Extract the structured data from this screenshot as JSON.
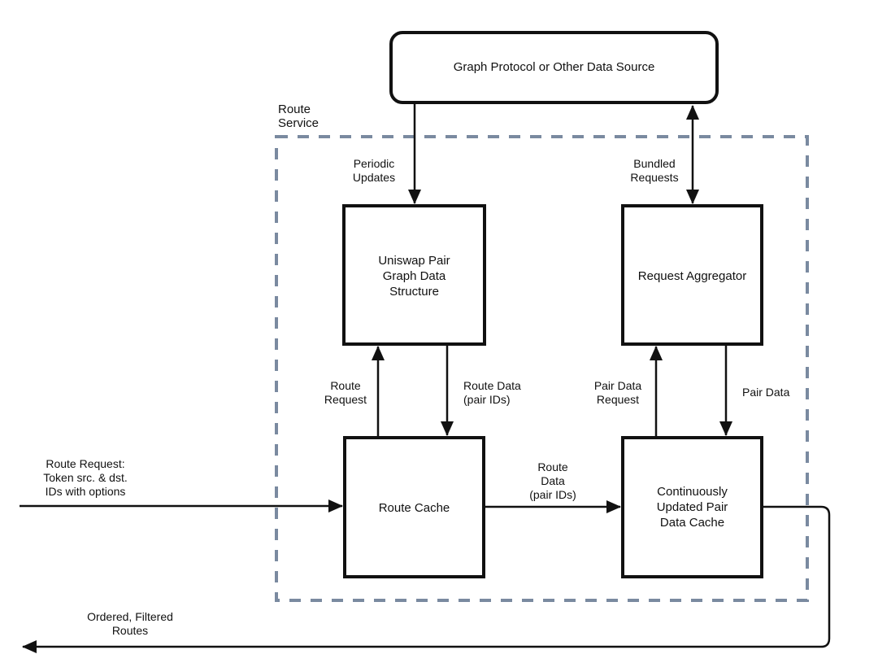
{
  "diagram": {
    "title": "Route Service Architecture",
    "colors": {
      "stroke": "#111111",
      "boundary": "#7a8aa0",
      "background": "#ffffff"
    },
    "boundary": {
      "label": "Route\nService"
    },
    "nodes": {
      "data_source": {
        "label": "Graph Protocol or Other Data Source"
      },
      "pair_graph": {
        "label": "Uniswap Pair\nGraph Data\nStructure"
      },
      "request_aggregator": {
        "label": "Request Aggregator"
      },
      "route_cache": {
        "label": "Route Cache"
      },
      "pair_data_cache": {
        "label": "Continuously\nUpdated Pair\nData Cache"
      }
    },
    "edges": {
      "periodic_updates": {
        "label": "Periodic\nUpdates",
        "from": "data_source",
        "to": "pair_graph"
      },
      "bundled_requests": {
        "label": "Bundled\nRequests",
        "from": "request_aggregator",
        "to": "data_source",
        "bidirectional": true
      },
      "route_request_internal": {
        "label": "Route\nRequest",
        "from": "route_cache",
        "to": "pair_graph"
      },
      "route_data_internal": {
        "label": "Route Data\n(pair IDs)",
        "from": "pair_graph",
        "to": "route_cache"
      },
      "pair_data_request": {
        "label": "Pair Data\nRequest",
        "from": "pair_data_cache",
        "to": "request_aggregator"
      },
      "pair_data": {
        "label": "Pair Data",
        "from": "request_aggregator",
        "to": "pair_data_cache"
      },
      "route_data_cache": {
        "label": "Route\nData\n(pair IDs)",
        "from": "route_cache",
        "to": "pair_data_cache"
      },
      "route_request_input": {
        "label": "Route Request:\nToken src. & dst.\nIDs with options",
        "from": "external",
        "to": "route_cache"
      },
      "ordered_routes_output": {
        "label": "Ordered, Filtered\nRoutes",
        "from": "pair_data_cache",
        "to": "external"
      }
    }
  }
}
